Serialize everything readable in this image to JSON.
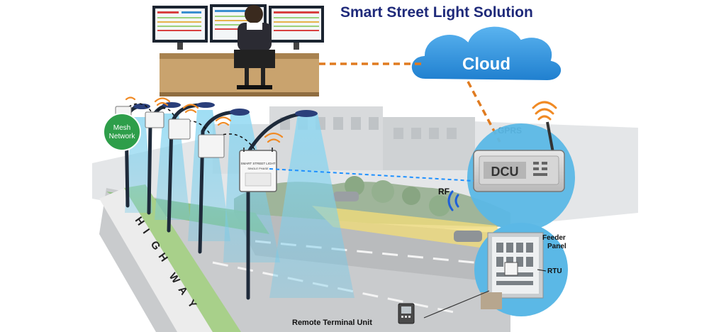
{
  "title": "Smart Street Light Solution",
  "labels": {
    "cloud": "Cloud",
    "dcu": "DCU",
    "gprs": "GPRS",
    "rf": "RF",
    "mesh_line1": "Mesh",
    "mesh_line2": "Network",
    "feeder_line1": "Feeder",
    "feeder_line2": "Panel",
    "rtu": "RTU",
    "remote_terminal_unit": "Remote Terminal Unit",
    "highway_letters": [
      "H",
      "I",
      "G",
      "H",
      "W",
      "A",
      "Y"
    ],
    "box_label_line1": "SMART STREET LIGHT",
    "box_label_line2": "SINGLE PHASE"
  },
  "colors": {
    "title": "#1f2a7a",
    "cloud": "#2f8fd8",
    "dashed_link": "#e07b20",
    "wifi_waves": "#f08a24",
    "mesh_badge": "#2e9e4a",
    "rf_dashed": "#1e90ff",
    "light_beam": "#6ec8e8"
  }
}
